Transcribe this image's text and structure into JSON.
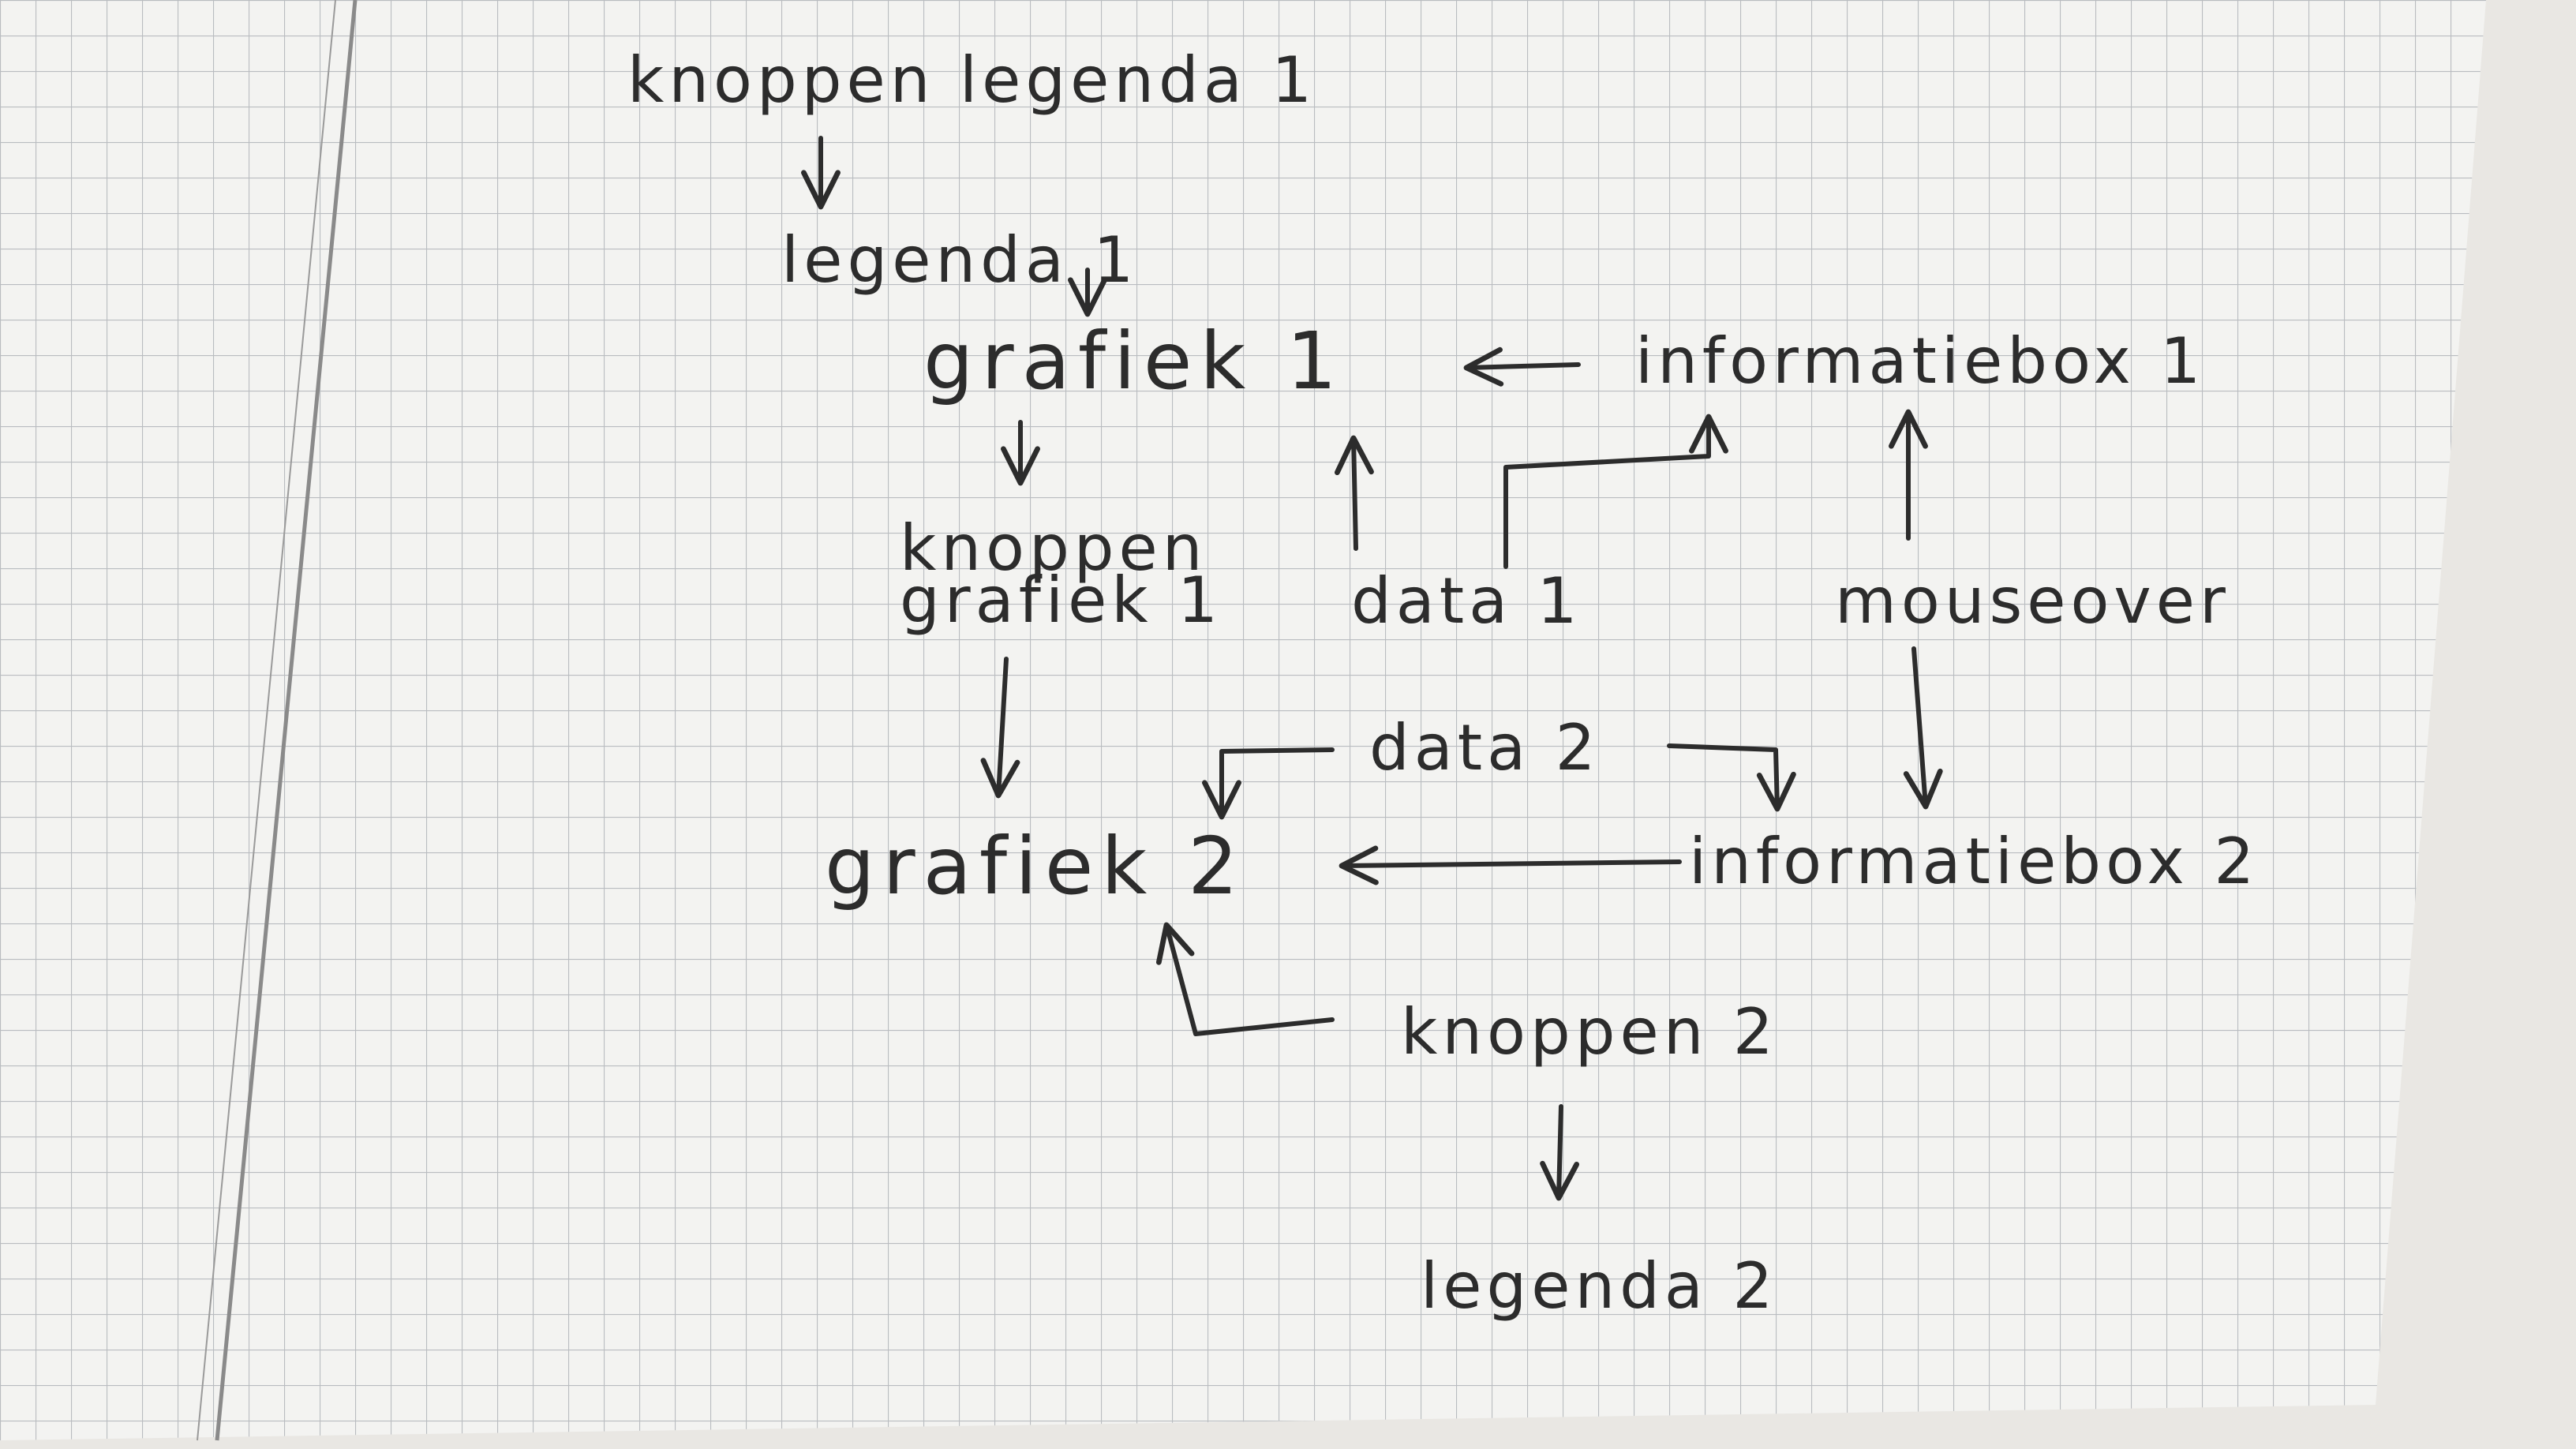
{
  "diagram": {
    "nodes": {
      "knoppen_legenda_1": "knoppen legenda 1",
      "legenda_1": "legenda 1",
      "grafiek_1": "grafiek 1",
      "informatiebox_1": "informatiebox 1",
      "knoppen_grafiek_1_line1": "knoppen",
      "knoppen_grafiek_1_line2": "grafiek 1",
      "data_1": "data 1",
      "mouseover": "mouseover",
      "data_2": "data 2",
      "grafiek_2": "grafiek 2",
      "informatiebox_2": "informatiebox 2",
      "knoppen_2": "knoppen 2",
      "legenda_2": "legenda 2"
    },
    "edges": [
      {
        "from": "knoppen legenda 1",
        "to": "legenda 1"
      },
      {
        "from": "legenda 1",
        "to": "grafiek 1"
      },
      {
        "from": "informatiebox 1",
        "to": "grafiek 1"
      },
      {
        "from": "grafiek 1",
        "to": "knoppen grafiek 1"
      },
      {
        "from": "data 1",
        "to": "grafiek 1"
      },
      {
        "from": "data 1",
        "to": "informatiebox 1"
      },
      {
        "from": "mouseover",
        "to": "informatiebox 1"
      },
      {
        "from": "mouseover",
        "to": "informatiebox 2"
      },
      {
        "from": "knoppen grafiek 1",
        "to": "grafiek 2"
      },
      {
        "from": "data 2",
        "to": "grafiek 2"
      },
      {
        "from": "data 2",
        "to": "informatiebox 2"
      },
      {
        "from": "informatiebox 2",
        "to": "grafiek 2"
      },
      {
        "from": "knoppen 2",
        "to": "grafiek 2"
      },
      {
        "from": "knoppen 2",
        "to": "legenda 2"
      }
    ]
  },
  "colors": {
    "paper": "#f3f3f1",
    "grid": "#b9bcc0",
    "margin_line": "#8a8a8a",
    "ink": "#2c2c2c",
    "table": "#e9e7e3"
  }
}
